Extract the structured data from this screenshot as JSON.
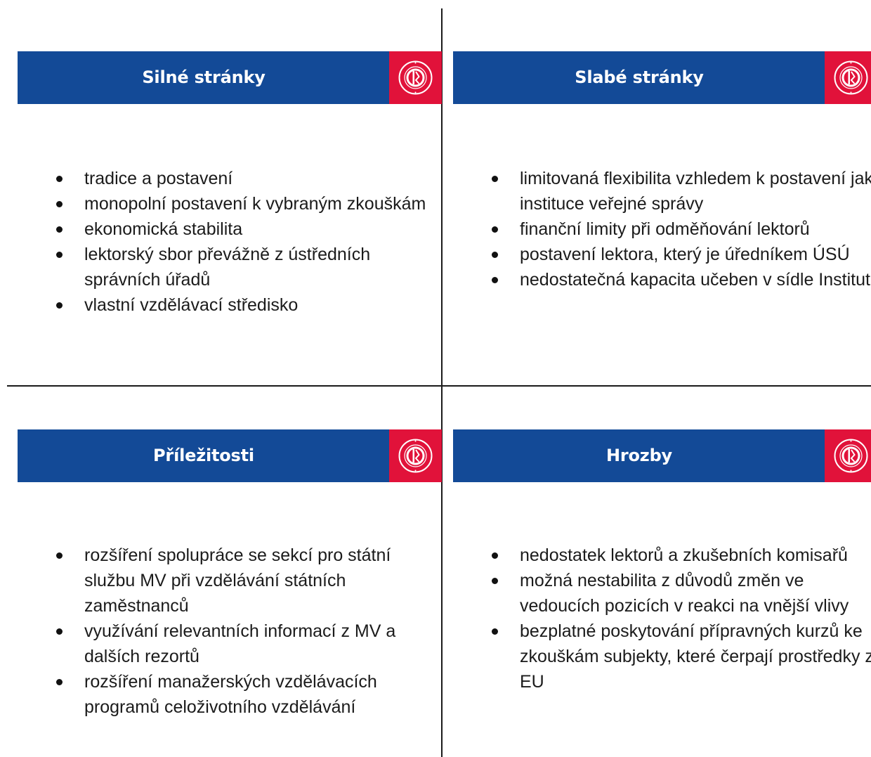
{
  "quadrants": [
    {
      "title": "Silné stránky",
      "items": [
        "tradice a postavení",
        "monopolní postavení k vybraným zkouškám",
        "ekonomická stabilita",
        "lektorský sbor převážně z ústředních správních úřadů",
        "vlastní vzdělávací středisko"
      ]
    },
    {
      "title": "Slabé stránky",
      "items": [
        "limitovaná flexibilita vzhledem k postavení jako instituce veřejné správy",
        "finanční limity při odměňování lektorů",
        "postavení lektora, který je úředníkem ÚSÚ",
        "nedostatečná kapacita učeben v sídle Institutu"
      ]
    },
    {
      "title": "Příležitosti",
      "items": [
        "rozšíření spolupráce se sekcí pro státní službu MV při vzdělávání státních zaměstnanců",
        "využívání relevantních informací z MV a dalších rezortů",
        "rozšíření manažerských vzdělávacích programů celoživotního vzdělávání"
      ]
    },
    {
      "title": "Hrozby",
      "items": [
        "nedostatek lektorů a zkušebních komisařů",
        "možná nestabilita z důvodů změn ve vedoucích pozicích v reakci na vnější vlivy",
        "bezplatné poskytování přípravných kurzů ke zkouškám subjekty, které čerpají prostředky z EU"
      ]
    }
  ],
  "colors": {
    "header_blue": "#134a97",
    "logo_red": "#e1123a",
    "text": "#1b1b1b",
    "divider": "#1a1a1a"
  },
  "icons": {
    "logo": "institute-seal-icon"
  }
}
